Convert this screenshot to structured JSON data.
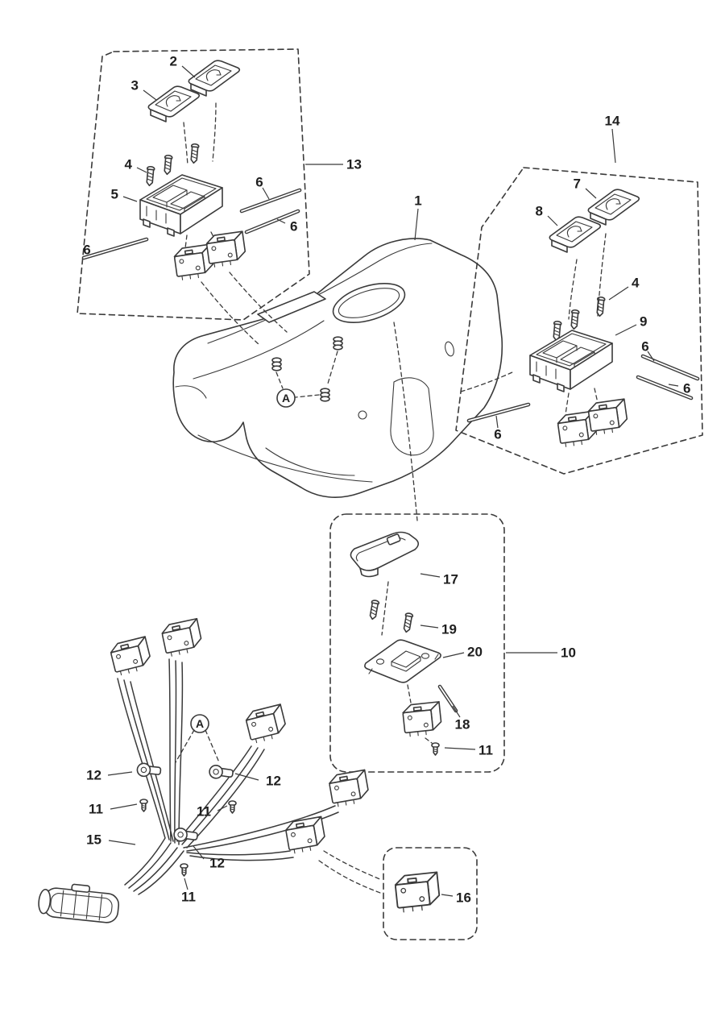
{
  "page": {
    "background": "#ffffff",
    "line_color": "#3a3a3a"
  },
  "diagram": {
    "type": "exploded-parts-diagram",
    "parts": {
      "p1": "1",
      "p2": "2",
      "p3": "3",
      "p4": "4",
      "p5": "5",
      "p6": "6",
      "p7": "7",
      "p8": "8",
      "p9": "9",
      "p10": "10",
      "p11": "11",
      "p12": "12",
      "p13": "13",
      "p14": "14",
      "p15": "15",
      "p16": "16",
      "p17": "17",
      "p18": "18",
      "p19": "19",
      "p20": "20",
      "detail_a": "A"
    }
  }
}
